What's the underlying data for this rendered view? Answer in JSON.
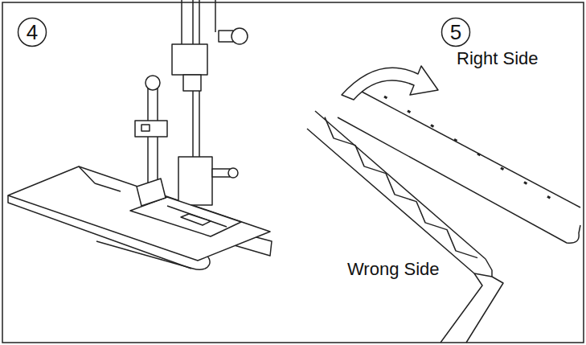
{
  "diagram": {
    "nodes": [
      {
        "text": [
          "4"
        ]
      },
      {
        "text": [
          "5"
        ]
      }
    ],
    "labels": [
      "Right Side",
      "Wrong Side"
    ]
  }
}
